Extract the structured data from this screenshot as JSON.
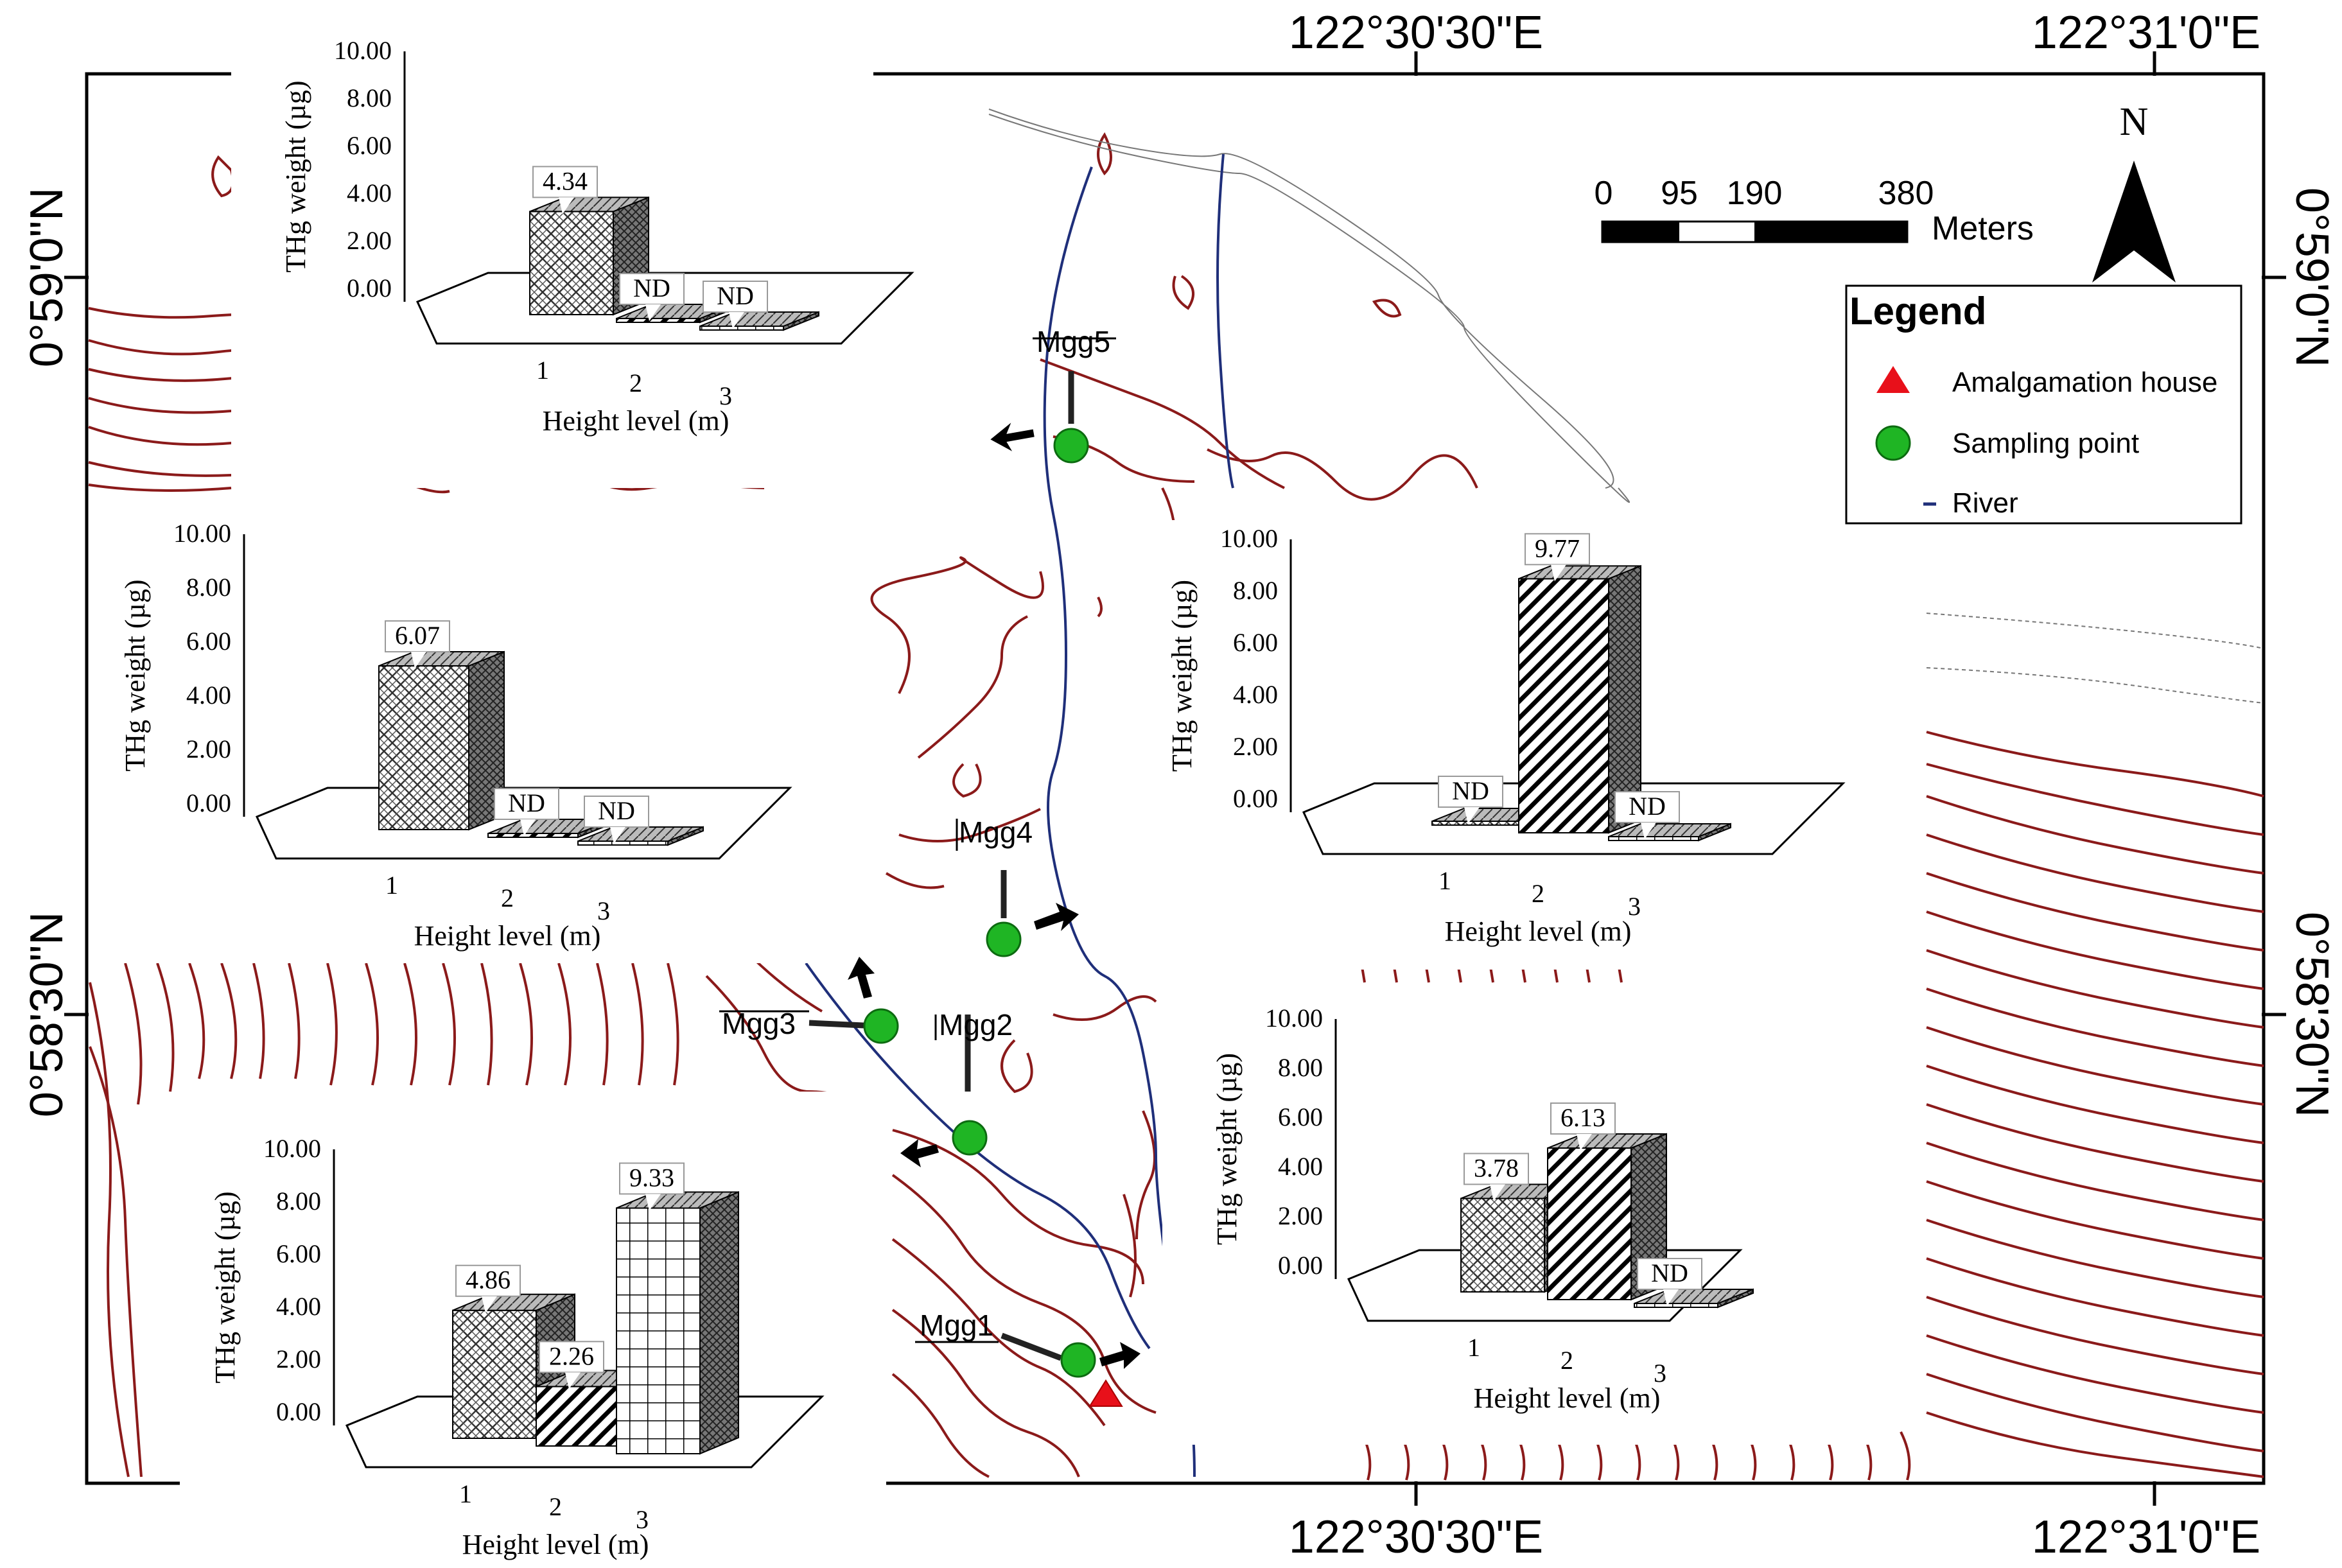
{
  "map": {
    "lon_labels": [
      "122°30'30\"E",
      "122°31'0\"E"
    ],
    "lat_labels": [
      "0°59'0\"N",
      "0°58'30\"N"
    ],
    "north_label": "N",
    "scale": {
      "ticks": [
        "0",
        "95",
        "190",
        "380"
      ],
      "unit": "Meters"
    },
    "legend": {
      "title": "Legend",
      "items": [
        {
          "label": "Amalgamation house",
          "symbol": "red-triangle",
          "color": "#e8101a"
        },
        {
          "label": "Sampling point",
          "symbol": "green-circle",
          "color": "#1fb524"
        },
        {
          "label": "River",
          "symbol": "line",
          "color": "#1f2f7a"
        }
      ]
    },
    "contour_color": "#8b1a1a",
    "sampling_points": [
      "Mgg1",
      "Mgg2",
      "Mgg3",
      "Mgg4",
      "Mgg5"
    ]
  },
  "chart_data": [
    {
      "type": "bar",
      "site": "Mgg5",
      "ylabel": "THg weight (µg)",
      "xlabel": "Height level (m)",
      "y_ticks": [
        "10.00",
        "8.00",
        "6.00",
        "4.00",
        "2.00",
        "0.00"
      ],
      "categories": [
        "1",
        "2",
        "3"
      ],
      "values": [
        4.34,
        null,
        null
      ],
      "value_labels": [
        "4.34",
        "ND",
        "ND"
      ],
      "ylim": [
        0,
        10
      ]
    },
    {
      "type": "bar",
      "site": "Mgg4",
      "ylabel": "THg weight (µg)",
      "xlabel": "Height level (m)",
      "y_ticks": [
        "10.00",
        "8.00",
        "6.00",
        "4.00",
        "2.00",
        "0.00"
      ],
      "categories": [
        "1",
        "2",
        "3"
      ],
      "values": [
        6.07,
        null,
        null
      ],
      "value_labels": [
        "6.07",
        "ND",
        "ND"
      ],
      "ylim": [
        0,
        10
      ]
    },
    {
      "type": "bar",
      "site": "Mgg3",
      "ylabel": "THg weight (µg)",
      "xlabel": "Height level (m)",
      "y_ticks": [
        "10.00",
        "8.00",
        "6.00",
        "4.00",
        "2.00",
        "0.00"
      ],
      "categories": [
        "1",
        "2",
        "3"
      ],
      "values": [
        null,
        9.77,
        null
      ],
      "value_labels": [
        "ND",
        "9.77",
        "ND"
      ],
      "ylim": [
        0,
        10
      ]
    },
    {
      "type": "bar",
      "site": "Mgg2",
      "ylabel": "THg weight (µg)",
      "xlabel": "Height level (m)",
      "y_ticks": [
        "10.00",
        "8.00",
        "6.00",
        "4.00",
        "2.00",
        "0.00"
      ],
      "categories": [
        "1",
        "2",
        "3"
      ],
      "values": [
        4.86,
        2.26,
        9.33
      ],
      "value_labels": [
        "4.86",
        "2.26",
        "9.33"
      ],
      "ylim": [
        0,
        10
      ]
    },
    {
      "type": "bar",
      "site": "Mgg1",
      "ylabel": "THg weight (µg)",
      "xlabel": "Height level (m)",
      "y_ticks": [
        "10.00",
        "8.00",
        "6.00",
        "4.00",
        "2.00",
        "0.00"
      ],
      "categories": [
        "1",
        "2",
        "3"
      ],
      "values": [
        3.78,
        6.13,
        null
      ],
      "value_labels": [
        "3.78",
        "6.13",
        "ND"
      ],
      "ylim": [
        0,
        10
      ]
    }
  ]
}
